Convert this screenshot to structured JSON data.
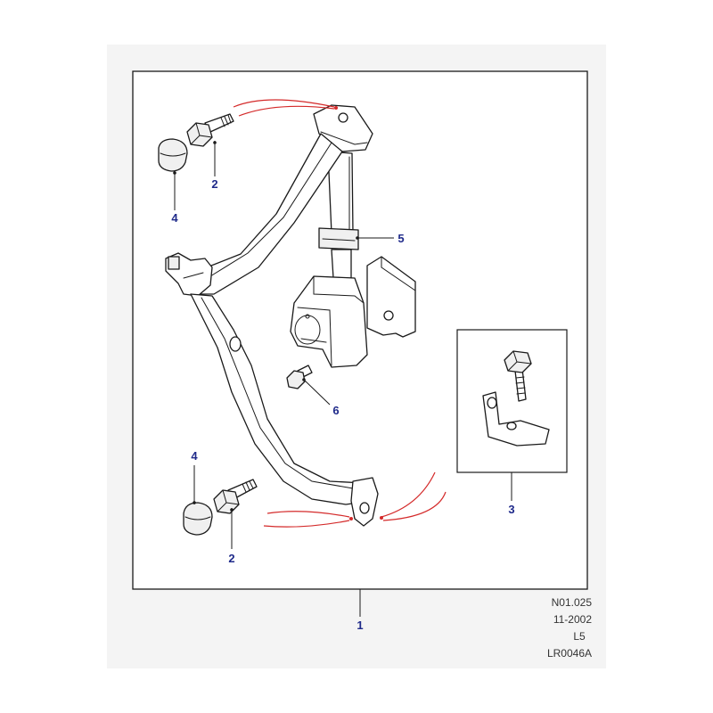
{
  "diagram": {
    "callouts": {
      "c1": "1",
      "c2a": "2",
      "c2b": "2",
      "c3": "3",
      "c4a": "4",
      "c4b": "4",
      "c5": "5",
      "c6": "6"
    },
    "footer": {
      "code": "N01.025",
      "date": "11-2002",
      "model": "L5",
      "ref": "LR0046A"
    },
    "colors": {
      "callout": "#1f2a8a",
      "arrow": "#d42a2a",
      "background": "#f4f4f4"
    }
  }
}
